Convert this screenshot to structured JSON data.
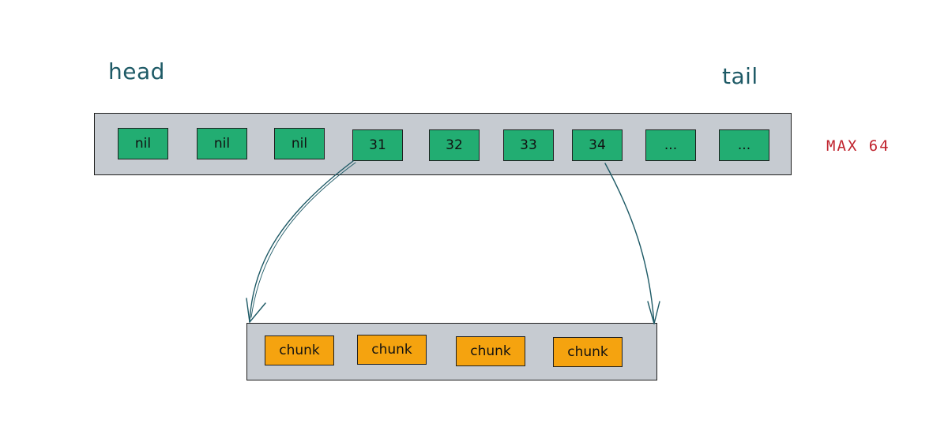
{
  "labels": {
    "head": "head",
    "tail": "tail",
    "max": "MAX 64"
  },
  "ring_slots": [
    "nil",
    "nil",
    "nil",
    "31",
    "32",
    "33",
    "34",
    "...",
    "..."
  ],
  "chunks": [
    "chunk",
    "chunk",
    "chunk",
    "chunk"
  ],
  "colors": {
    "slot_fill": "#22ad72",
    "chunk_fill": "#f5a30f",
    "tray_fill": "#c6cbd1",
    "arrow": "#1e5a66",
    "label_text": "#1e5a66",
    "max_text": "#c0242e"
  }
}
